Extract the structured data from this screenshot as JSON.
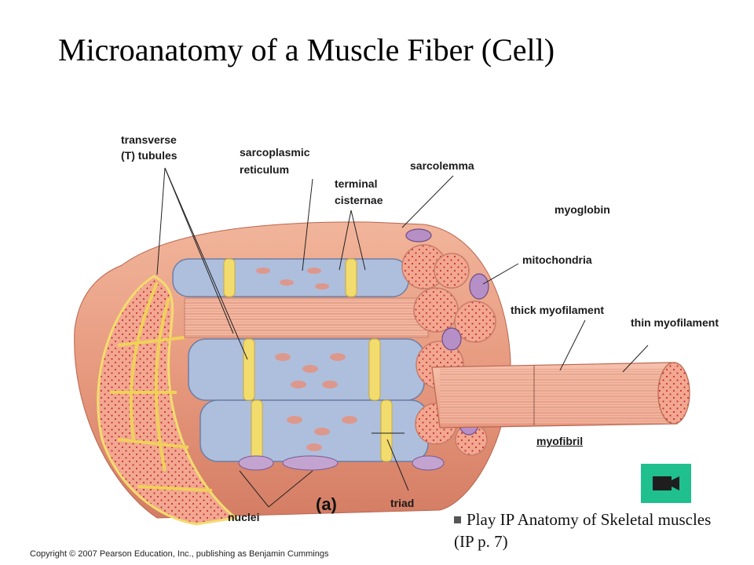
{
  "title": "Microanatomy of a Muscle Fiber (Cell)",
  "labels": {
    "t_tubules_1": "transverse",
    "t_tubules_2": "(T) tubules",
    "sr_1": "sarcoplasmic",
    "sr_2": "reticulum",
    "cisternae_1": "terminal",
    "cisternae_2": "cisternae",
    "sarcolemma": "sarcolemma",
    "myoglobin": "myoglobin",
    "mitochondria": "mitochondria",
    "thick": "thick myofilament",
    "thin": "thin myofilament",
    "myofibril": "myofibril",
    "triad": "triad",
    "nuclei": "nuclei"
  },
  "panel_label": "(a)",
  "bullet": {
    "text": "Play IP Anatomy of Skeletal muscles (IP p. 7)"
  },
  "movie_button": {
    "icon": "video-camera-icon",
    "color": "#1fbf8e"
  },
  "copyright": "Copyright © 2007 Pearson Education, Inc., publishing as Benjamin Cummings",
  "colors": {
    "sarcolemma": "#e79a7f",
    "myofibril": "#f0a48c",
    "reticulum": "#aebfdd",
    "t_tubule": "#f3dc6e",
    "nuclei": "#c3a3d0"
  }
}
